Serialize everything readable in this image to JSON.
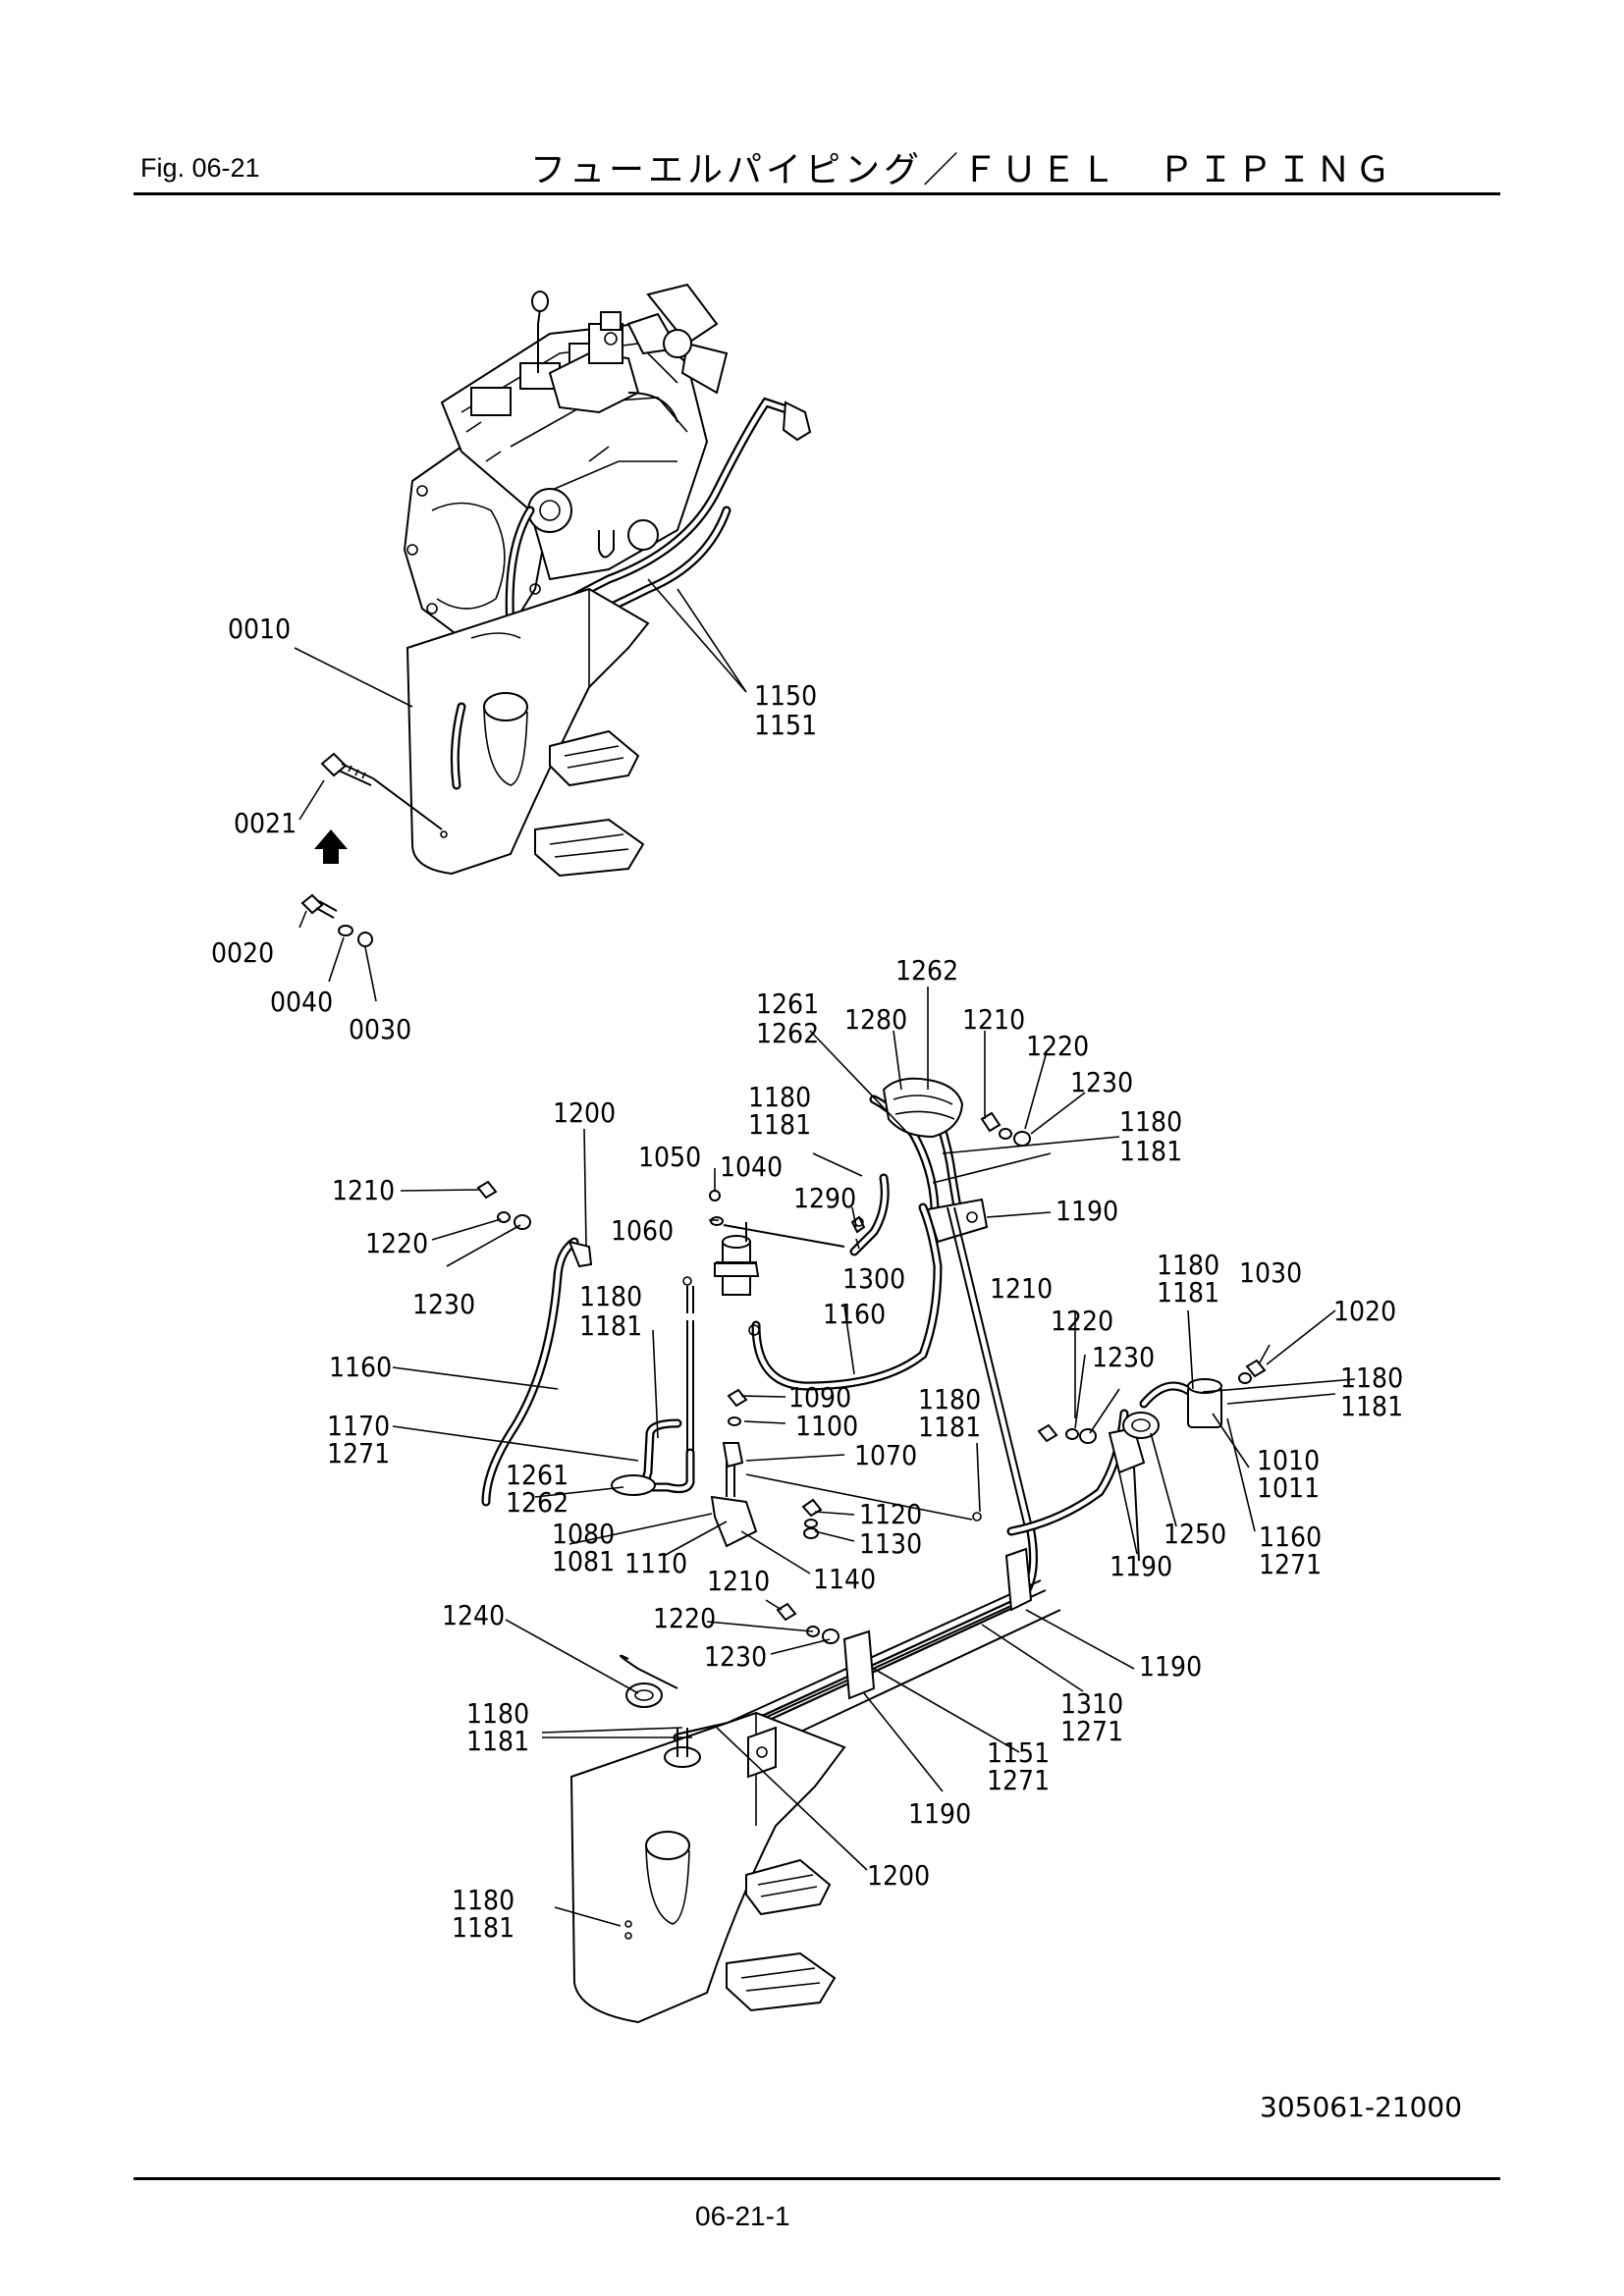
{
  "header": {
    "fig_label": "Fig.  06-21",
    "title": "フューエルパイピング／ＦＵＥＬ　ＰＩＰＩＮＧ"
  },
  "footer": {
    "doc_number": "305061-21000",
    "page_number": "06-21-1"
  },
  "callouts": [
    "0010",
    "1150",
    "1151",
    "0021",
    "0020",
    "0040",
    "0030",
    "1262",
    "1261",
    "1262",
    "1280",
    "1210",
    "1220",
    "1230",
    "1180",
    "1181",
    "1180",
    "1181",
    "1190",
    "1200",
    "1050",
    "1040",
    "1290",
    "1210",
    "1220",
    "1230",
    "1060",
    "1300",
    "1160",
    "1180",
    "1181",
    "1210",
    "1180",
    "1181",
    "1030",
    "1020",
    "1220",
    "1230",
    "1160",
    "1180",
    "1181",
    "1090",
    "1100",
    "1180",
    "1181",
    "1070",
    "1170",
    "1271",
    "1261",
    "1262",
    "1120",
    "1130",
    "1080",
    "1081",
    "1110",
    "1140",
    "1210",
    "1010",
    "1011",
    "1250",
    "1160",
    "1271",
    "1190",
    "1240",
    "1220",
    "1230",
    "1190",
    "1310",
    "1271",
    "1180",
    "1181",
    "1151",
    "1271",
    "1190",
    "1200",
    "1180",
    "1181"
  ]
}
